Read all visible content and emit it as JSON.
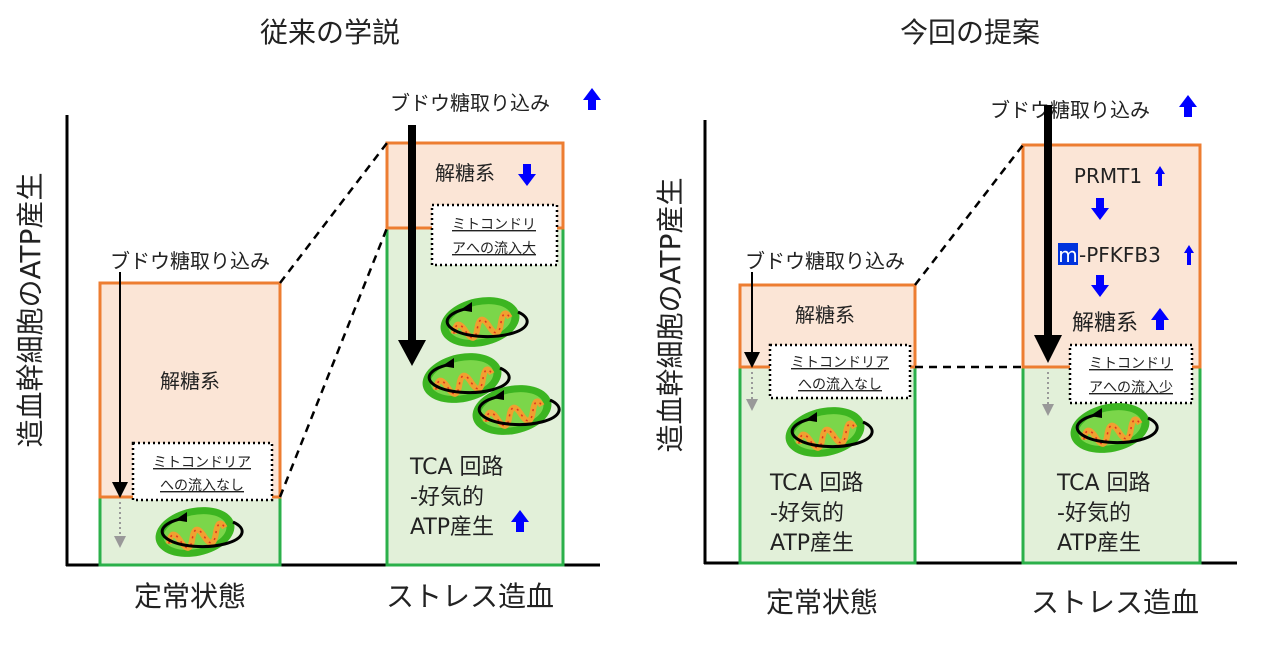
{
  "panels": [
    {
      "title": "従来の学説",
      "ylabel": "造血幹細胞のATP産生",
      "bars": [
        {
          "category": "定常状態",
          "intake": "ブドウ糖取り込み",
          "glycolysis": "解糖系",
          "mito_box": [
            "ミトコンドリア",
            "への流入なし"
          ]
        },
        {
          "category": "ストレス造血",
          "intake": "ブドウ糖取り込み",
          "glycolysis": "解糖系",
          "mito_box": [
            "ミトコンドリ",
            "アへの流入大"
          ],
          "tca": [
            "TCA 回路",
            "-好気的",
            "ATP産生"
          ]
        }
      ]
    },
    {
      "title": "今回の提案",
      "ylabel": "造血幹細胞のATP産生",
      "bars": [
        {
          "category": "定常状態",
          "intake": "ブドウ糖取り込み",
          "glycolysis": "解糖系",
          "mito_box": [
            "ミトコンドリア",
            "への流入なし"
          ],
          "tca": [
            "TCA 回路",
            "-好気的",
            "ATP産生"
          ]
        },
        {
          "category": "ストレス造血",
          "intake": "ブドウ糖取り込み",
          "prmt1": "PRMT1",
          "methyl": "m",
          "pfkfb3": "-PFKFB3",
          "glycolysis": "解糖系",
          "mito_box": [
            "ミトコンドリ",
            "アへの流入少"
          ],
          "tca": [
            "TCA 回路",
            "-好気的",
            "ATP産生"
          ]
        }
      ]
    }
  ],
  "colors": {
    "glycolysis_fill": "#fbe5d6",
    "glycolysis_stroke": "#ed7d31",
    "tca_fill": "#e2f0d9",
    "tca_stroke": "#2bb04a",
    "arrow_blue": "#0000ff"
  }
}
